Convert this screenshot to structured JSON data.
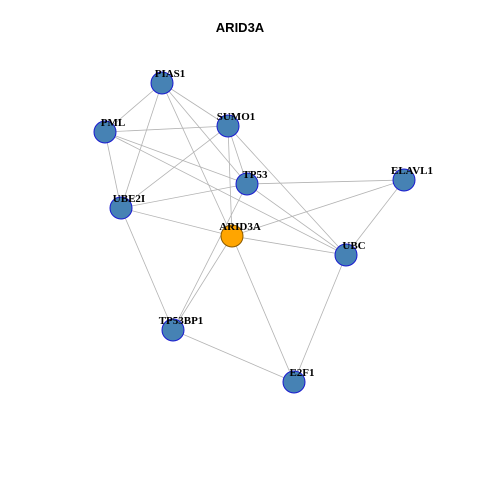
{
  "title": "ARID3A",
  "colors": {
    "node": "#4682b4",
    "center_node": "#ffa500",
    "edge": "#b3b3b3"
  },
  "nodes": [
    {
      "id": "PIAS1",
      "label": "PIAS1"
    },
    {
      "id": "PML",
      "label": "PML"
    },
    {
      "id": "SUMO1",
      "label": "SUMO1"
    },
    {
      "id": "TP53",
      "label": "TP53"
    },
    {
      "id": "ELAVL1",
      "label": "ELAVL1"
    },
    {
      "id": "UBE2I",
      "label": "UBE2I"
    },
    {
      "id": "ARID3A",
      "label": "ARID3A",
      "center": true
    },
    {
      "id": "UBC",
      "label": "UBC"
    },
    {
      "id": "TP53BP1",
      "label": "TP53BP1"
    },
    {
      "id": "E2F1",
      "label": "E2F1"
    }
  ],
  "edges": [
    [
      "PIAS1",
      "PML"
    ],
    [
      "PIAS1",
      "SUMO1"
    ],
    [
      "PIAS1",
      "TP53"
    ],
    [
      "PIAS1",
      "UBE2I"
    ],
    [
      "PIAS1",
      "ARID3A"
    ],
    [
      "PML",
      "SUMO1"
    ],
    [
      "PML",
      "TP53"
    ],
    [
      "PML",
      "UBE2I"
    ],
    [
      "PML",
      "UBC"
    ],
    [
      "SUMO1",
      "TP53"
    ],
    [
      "SUMO1",
      "UBE2I"
    ],
    [
      "SUMO1",
      "ARID3A"
    ],
    [
      "SUMO1",
      "UBC"
    ],
    [
      "TP53",
      "UBE2I"
    ],
    [
      "TP53",
      "ELAVL1"
    ],
    [
      "TP53",
      "UBC"
    ],
    [
      "TP53",
      "TP53BP1"
    ],
    [
      "UBE2I",
      "ARID3A"
    ],
    [
      "UBE2I",
      "TP53BP1"
    ],
    [
      "ARID3A",
      "ELAVL1"
    ],
    [
      "ARID3A",
      "UBC"
    ],
    [
      "ARID3A",
      "TP53BP1"
    ],
    [
      "ARID3A",
      "E2F1"
    ],
    [
      "ELAVL1",
      "UBC"
    ],
    [
      "UBC",
      "E2F1"
    ],
    [
      "TP53BP1",
      "E2F1"
    ]
  ]
}
